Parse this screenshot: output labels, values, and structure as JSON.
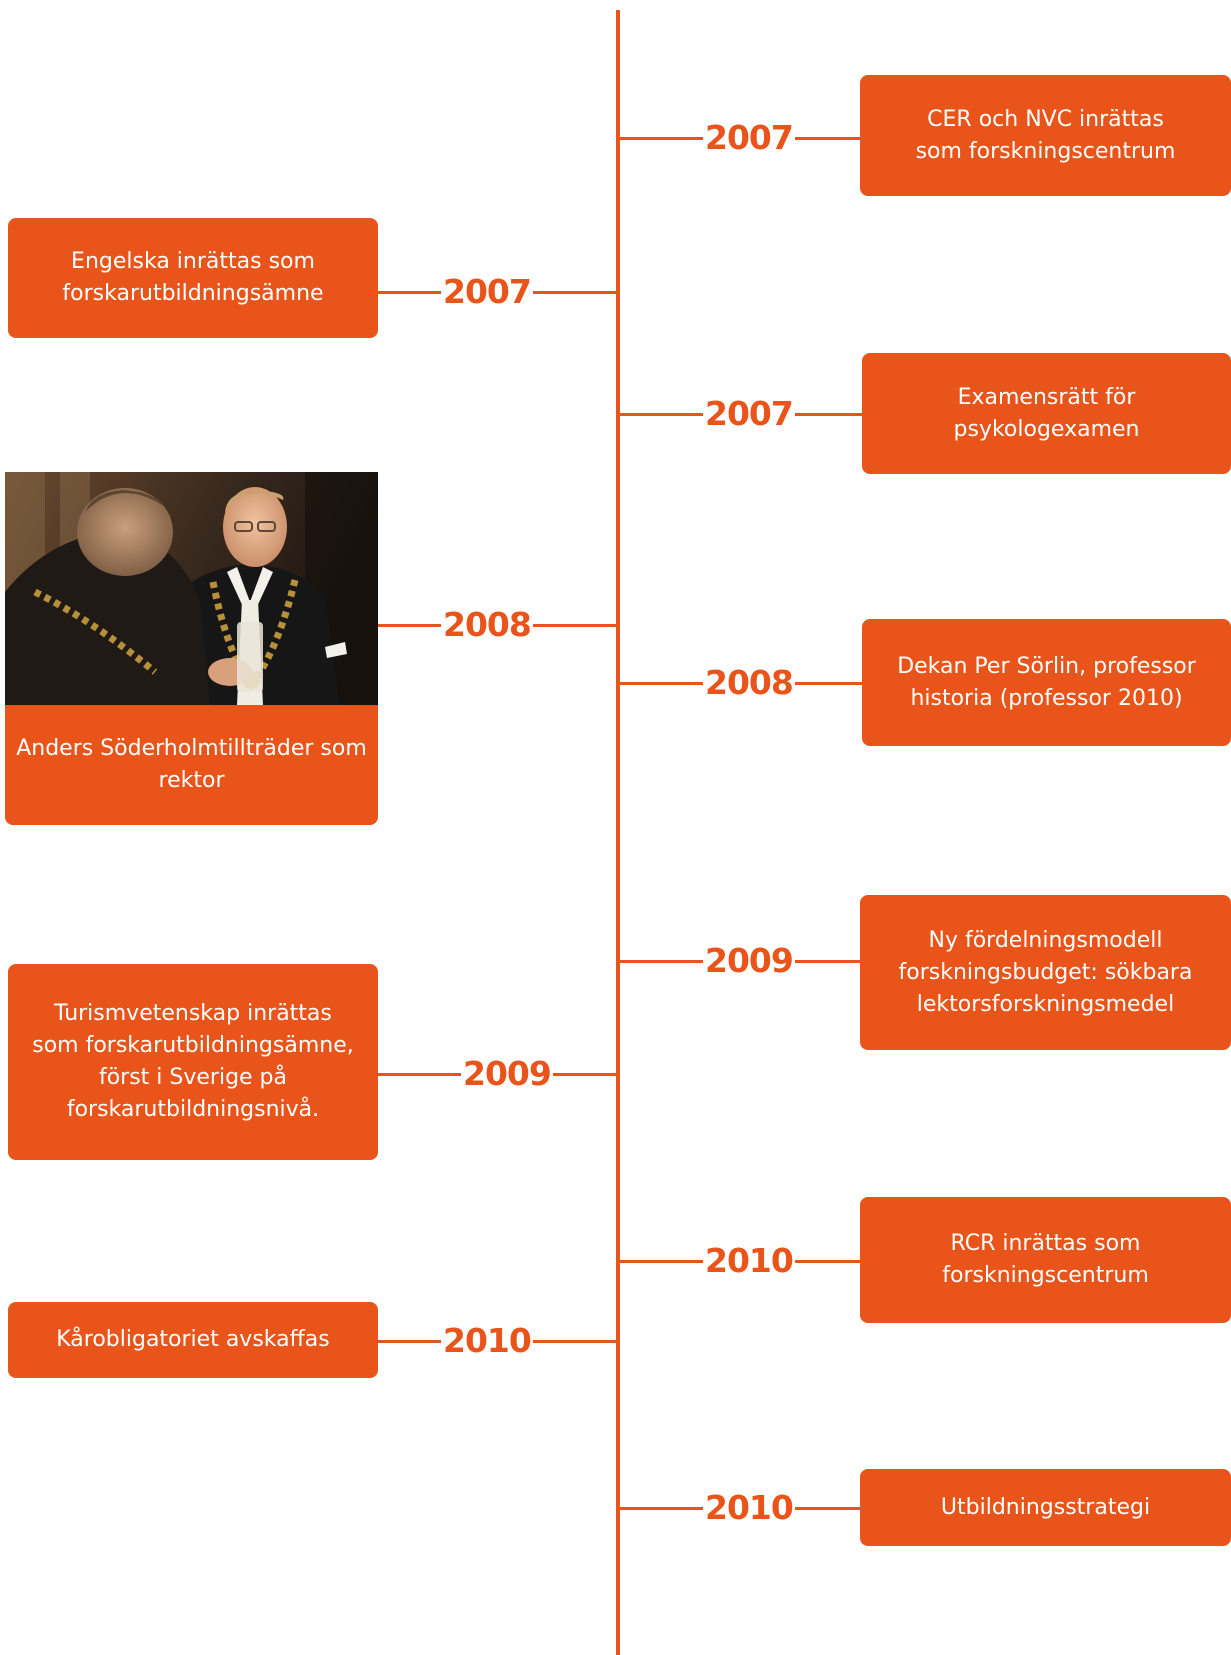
{
  "colors": {
    "accent": "#E8541A",
    "text_on_accent": "#FFFFFF"
  },
  "right_events": [
    {
      "year": "2007",
      "lines": [
        "CER och NVC inrättas",
        "som forskningscentrum"
      ]
    },
    {
      "year": "2007",
      "lines": [
        "Examensrätt för",
        "psykologexamen"
      ]
    },
    {
      "year": "2008",
      "lines": [
        "Dekan Per Sörlin, professor",
        "historia (professor 2010)"
      ]
    },
    {
      "year": "2009",
      "lines": [
        "Ny fördelningsmodell",
        "forskningsbudget: sökbara",
        "lektorsforskningsmedel"
      ]
    },
    {
      "year": "2010",
      "lines": [
        "RCR inrättas som",
        "forskningscentrum"
      ]
    },
    {
      "year": "2010",
      "lines": [
        "Utbildningsstrategi"
      ]
    }
  ],
  "left_events": [
    {
      "year": "2007",
      "lines": [
        "Engelska inrättas som",
        "forskarutbildningsämne"
      ]
    },
    {
      "year": "2008",
      "lines": [
        "Anders Söderholm",
        "tillträder som rektor"
      ]
    },
    {
      "year": "2009",
      "lines": [
        "Turismvetenskap inrättas",
        "som forskarutbildningsämne,",
        "först i Sverige på",
        "forskarutbildningsnivå."
      ]
    },
    {
      "year": "2010",
      "lines": [
        "Kårobligatoriet avskaffas"
      ]
    }
  ]
}
